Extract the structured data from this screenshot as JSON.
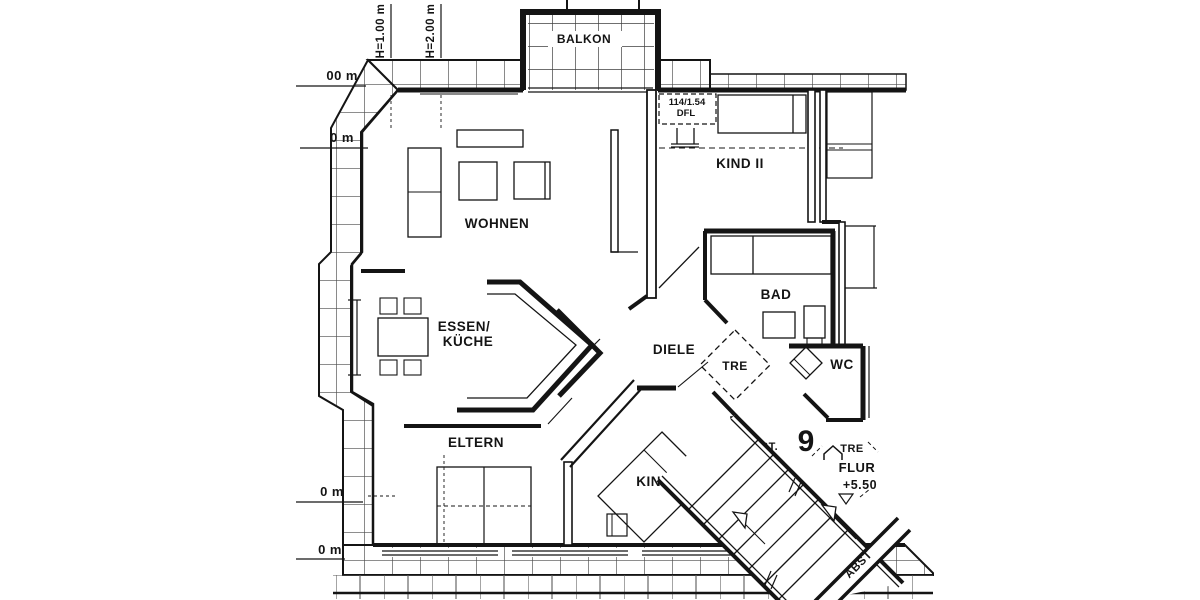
{
  "colors": {
    "ink": "#141414",
    "paper": "#ffffff",
    "hatch": "#4a4a4a"
  },
  "labels": {
    "balkon": "BALKON",
    "wohnen": "WOHNEN",
    "essen1": "ESSEN/",
    "essen2": "KÜCHE",
    "eltern": "ELTERN",
    "kind1": "KIND I",
    "kind2": "KIND II",
    "bad": "BAD",
    "wc": "WC",
    "diele": "DIELE",
    "tre_shaft": "TRE",
    "abst_closet": "ABST.",
    "abst_diagonal": "ABST",
    "apartment_number": "9",
    "tre_landing": "TRE",
    "flur": "FLUR",
    "level": "+5.50",
    "dfl_size": "114/1.54",
    "dfl_type": "DFL",
    "roof_h1": "H=1.00 m",
    "roof_h2": "H=2.00 m",
    "cut_top_1": "00 m",
    "cut_top_2": "0 m",
    "cut_bottom_1": "0 m",
    "cut_bottom_2": "0 m"
  }
}
